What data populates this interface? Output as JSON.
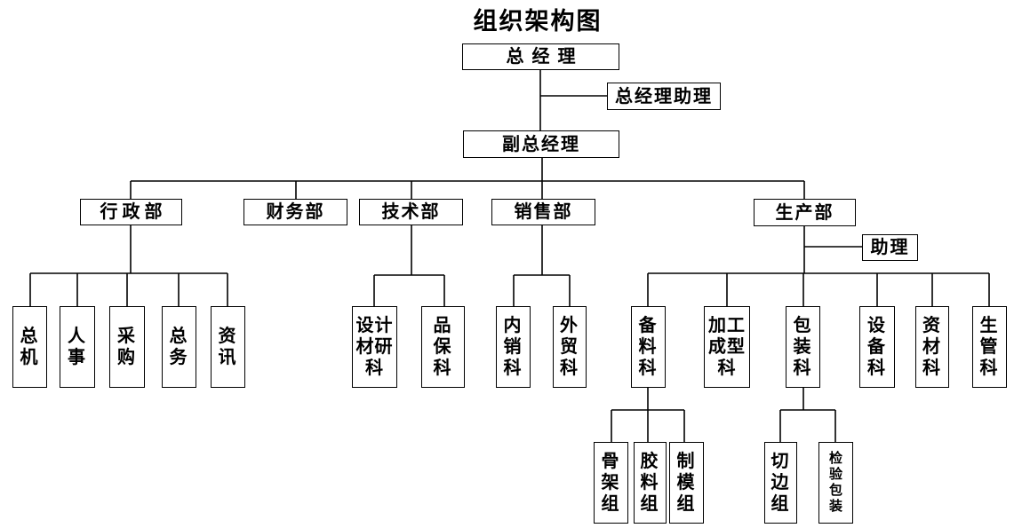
{
  "title": "组织架构图",
  "nodes": {
    "gm": {
      "label": "总经理"
    },
    "gm_assistant": {
      "label": "总经理助理"
    },
    "deputy_gm": {
      "label": "副总经理"
    },
    "admin_dept": {
      "label": "行政部"
    },
    "finance_dept": {
      "label": "财务部"
    },
    "tech_dept": {
      "label": "技术部"
    },
    "sales_dept": {
      "label": "销售部"
    },
    "production_dept": {
      "label": "生产部"
    },
    "prod_assistant": {
      "label": "助理"
    },
    "switchboard": {
      "label": "总\n机"
    },
    "hr": {
      "label": "人\n事"
    },
    "purchasing": {
      "label": "采\n购"
    },
    "general_affairs": {
      "label": "总\n务"
    },
    "information": {
      "label": "资\n讯"
    },
    "design_material_research": {
      "label": "设计\n材研\n科"
    },
    "quality_assurance": {
      "label": "品\n保\n科"
    },
    "domestic_sales": {
      "label": "内\n销\n科"
    },
    "foreign_trade": {
      "label": "外\n贸\n科"
    },
    "material_prep": {
      "label": "备\n料\n科"
    },
    "processing_molding": {
      "label": "加工\n成型\n科"
    },
    "packaging": {
      "label": "包\n装\n科"
    },
    "equipment": {
      "label": "设\n备\n科"
    },
    "materials": {
      "label": "资\n材\n科"
    },
    "production_mgmt": {
      "label": "生\n管\n科"
    },
    "skeleton_group": {
      "label": "骨\n架\n组"
    },
    "rubber_group": {
      "label": "胶\n料\n组"
    },
    "mold_group": {
      "label": "制\n模\n组"
    },
    "trimming_group": {
      "label": "切\n边\n组"
    },
    "inspection_packing": {
      "label": "检\n验\n包\n装"
    }
  },
  "edges": [
    [
      "gm",
      "gm_assistant"
    ],
    [
      "gm",
      "deputy_gm"
    ],
    [
      "deputy_gm",
      "admin_dept"
    ],
    [
      "deputy_gm",
      "finance_dept"
    ],
    [
      "deputy_gm",
      "tech_dept"
    ],
    [
      "deputy_gm",
      "sales_dept"
    ],
    [
      "deputy_gm",
      "production_dept"
    ],
    [
      "production_dept",
      "prod_assistant"
    ],
    [
      "admin_dept",
      "switchboard"
    ],
    [
      "admin_dept",
      "hr"
    ],
    [
      "admin_dept",
      "purchasing"
    ],
    [
      "admin_dept",
      "general_affairs"
    ],
    [
      "admin_dept",
      "information"
    ],
    [
      "tech_dept",
      "design_material_research"
    ],
    [
      "tech_dept",
      "quality_assurance"
    ],
    [
      "sales_dept",
      "domestic_sales"
    ],
    [
      "sales_dept",
      "foreign_trade"
    ],
    [
      "production_dept",
      "material_prep"
    ],
    [
      "production_dept",
      "processing_molding"
    ],
    [
      "production_dept",
      "packaging"
    ],
    [
      "production_dept",
      "equipment"
    ],
    [
      "production_dept",
      "materials"
    ],
    [
      "production_dept",
      "production_mgmt"
    ],
    [
      "material_prep",
      "skeleton_group"
    ],
    [
      "material_prep",
      "rubber_group"
    ],
    [
      "material_prep",
      "mold_group"
    ],
    [
      "packaging",
      "trimming_group"
    ],
    [
      "packaging",
      "inspection_packing"
    ]
  ],
  "colors": {
    "line": "#000000",
    "text": "#000000",
    "background": "#ffffff"
  }
}
